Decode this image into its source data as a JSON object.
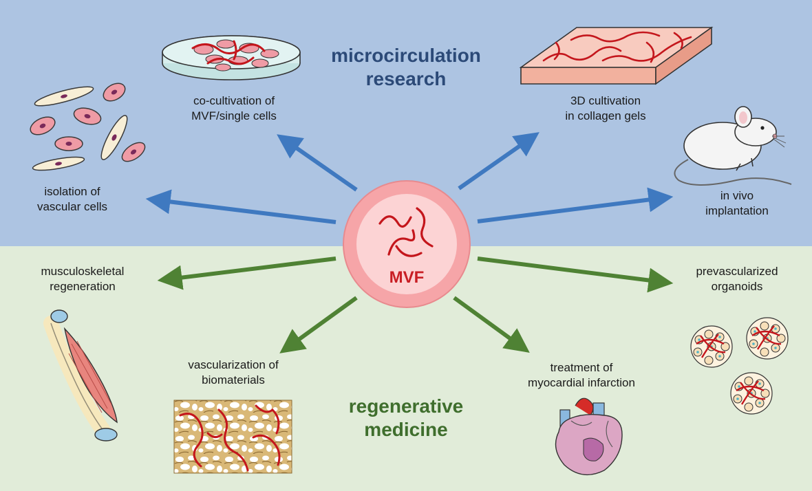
{
  "colors": {
    "top_background": "#adc4e2",
    "bottom_background": "#e1ecd9",
    "research_title": "#2c4a78",
    "medicine_title": "#3f6e2d",
    "research_arrow": "#3f79c0",
    "medicine_arrow": "#4f8234",
    "hub_outer": "#f6a5a8",
    "hub_inner": "#fcd3d4",
    "hub_text": "#c81e24",
    "vessel": "#c4161c"
  },
  "hub": {
    "label": "MVF"
  },
  "sections": {
    "research": {
      "title_line1": "microcirculation",
      "title_line2": "research"
    },
    "medicine": {
      "title_line1": "regenerative",
      "title_line2": "medicine"
    }
  },
  "applications": {
    "isolation": {
      "line1": "isolation of",
      "line2": "vascular cells",
      "icon": "vascular-cells-icon"
    },
    "cocultivation": {
      "line1": "co-cultivation of",
      "line2": "MVF/single cells",
      "icon": "petri-dish-icon"
    },
    "cultivation3d": {
      "line1": "3D cultivation",
      "line2": "in collagen gels",
      "icon": "collagen-gel-icon"
    },
    "invivo": {
      "line1": "in vivo",
      "line2": "implantation",
      "icon": "mouse-icon"
    },
    "musculoskeletal": {
      "line1": "musculoskeletal",
      "line2": "regeneration",
      "icon": "bone-muscle-icon"
    },
    "biomaterials": {
      "line1": "vascularization of",
      "line2": "biomaterials",
      "icon": "scaffold-icon"
    },
    "myocardial": {
      "line1": "treatment of",
      "line2": "myocardial infarction",
      "icon": "heart-icon"
    },
    "organoids": {
      "line1": "prevascularized",
      "line2": "organoids",
      "icon": "organoid-icon"
    }
  }
}
